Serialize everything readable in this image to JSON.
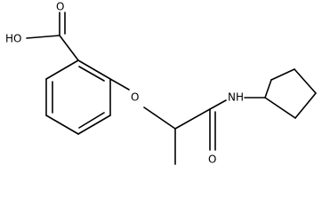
{
  "molecule": {
    "atom_labels": {
      "carboxylic_acid_oh": "HO",
      "carbonyl_oxygen_acid": "O",
      "ether_oxygen": "O",
      "amide_nitrogen": "NH",
      "carbonyl_oxygen_amide": "O"
    }
  },
  "colors": {
    "background": "#ffffff",
    "ink": "#000000"
  }
}
